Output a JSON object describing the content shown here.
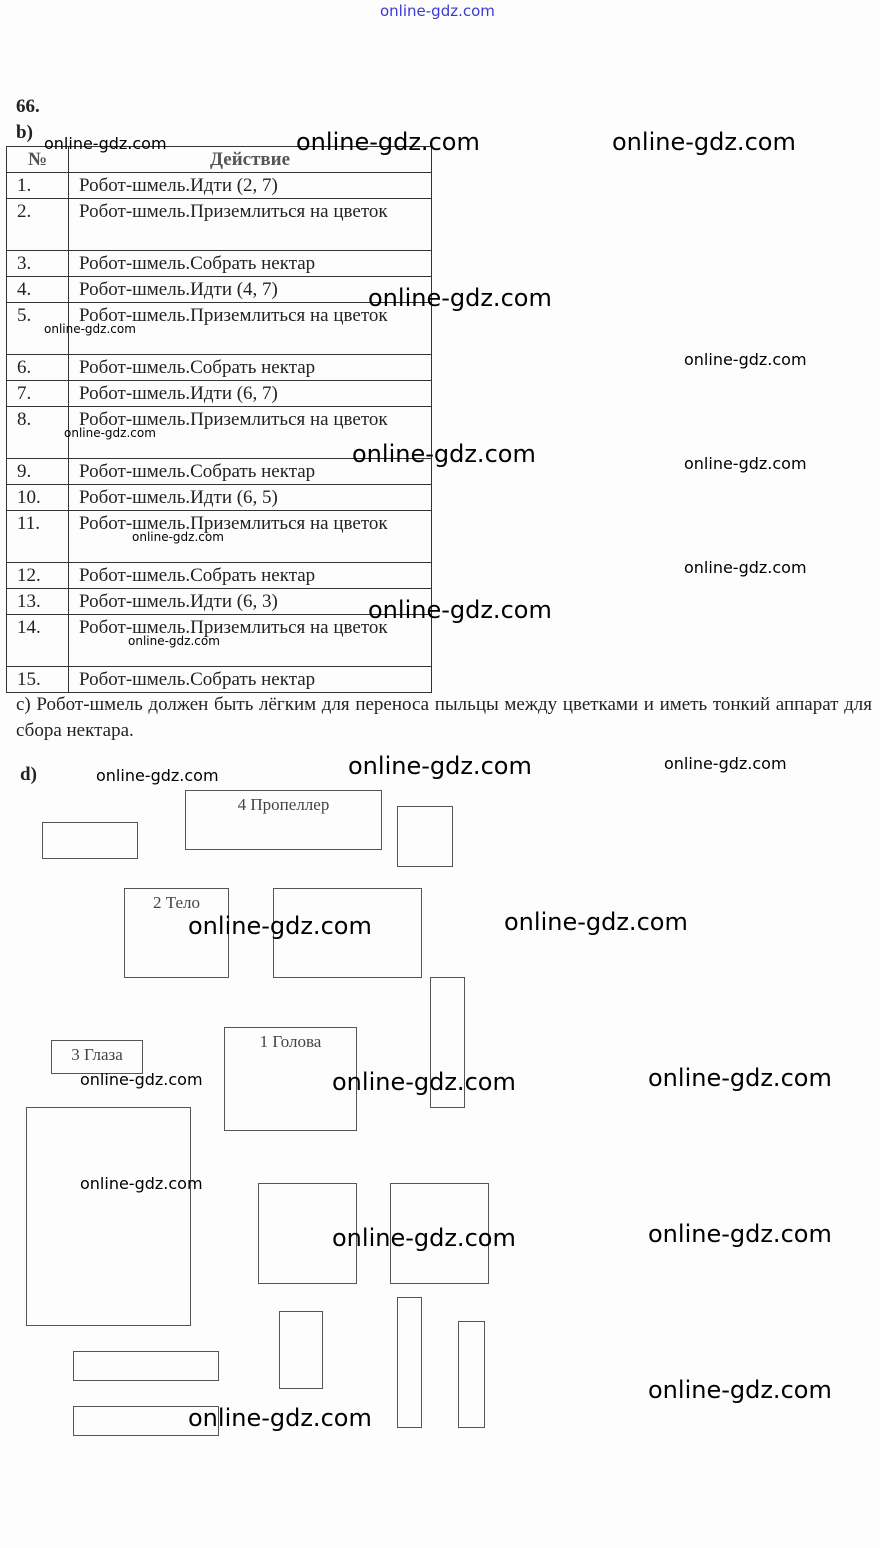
{
  "task_number": "66.",
  "part_b": "b)",
  "table": {
    "headers": [
      "№",
      "Действие"
    ],
    "rows": [
      [
        "1.",
        "Робот-шмель.Идти (2, 7)"
      ],
      [
        "2.",
        "Робот-шмель.Приземлиться на цветок"
      ],
      [
        "3.",
        "Робот-шмель.Собрать нектар"
      ],
      [
        "4.",
        "Робот-шмель.Идти (4, 7)"
      ],
      [
        "5.",
        "Робот-шмель.Приземлиться на цветок"
      ],
      [
        "6.",
        "Робот-шмель.Собрать нектар"
      ],
      [
        "7.",
        "Робот-шмель.Идти (6, 7)"
      ],
      [
        "8.",
        "Робот-шмель.Приземлиться на цветок"
      ],
      [
        "9.",
        "Робот-шмель.Собрать нектар"
      ],
      [
        "10.",
        "Робот-шмель.Идти (6, 5)"
      ],
      [
        "11.",
        "Робот-шмель.Приземлиться на цветок"
      ],
      [
        "12.",
        "Робот-шмель.Собрать нектар"
      ],
      [
        "13.",
        "Робот-шмель.Идти (6, 3)"
      ],
      [
        "14.",
        "Робот-шмель.Приземлиться на цветок"
      ],
      [
        "15.",
        "Робот-шмель.Собрать нектар"
      ]
    ]
  },
  "part_c": "c) Робот-шмель должен быть лёгким для переноса пыльцы между цветками и иметь тонкий аппарат для сбора нектара.",
  "part_d": "d)",
  "diagram_labels": {
    "propeller": "4 Пропеллер",
    "body": "2 Тело",
    "eyes": "3 Глаза",
    "head": "1 Голова"
  },
  "watermark": "online-gdz.com"
}
